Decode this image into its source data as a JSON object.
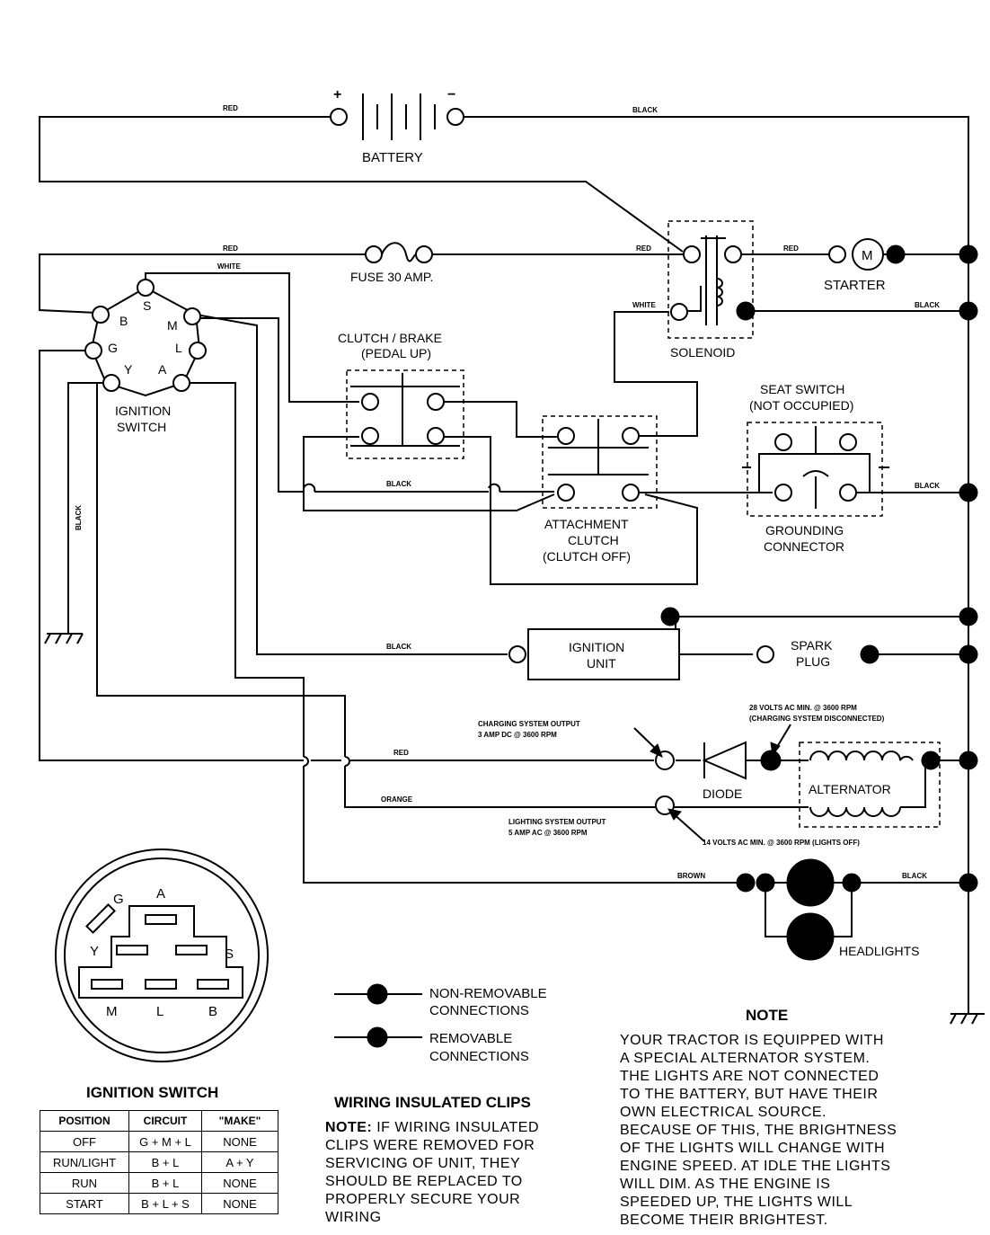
{
  "labels": {
    "battery": "BATTERY",
    "fuse": "FUSE 30 AMP.",
    "starter": "STARTER",
    "starter_m": "M",
    "solenoid": "SOLENOID",
    "clutch_brake_1": "CLUTCH / BRAKE",
    "clutch_brake_2": "(PEDAL UP)",
    "seat_switch_1": "SEAT SWITCH",
    "seat_switch_2": "(NOT OCCUPIED)",
    "ignition_switch_1": "IGNITION",
    "ignition_switch_2": "SWITCH",
    "attachment_1": "ATTACHMENT",
    "attachment_2": "CLUTCH",
    "attachment_3": "(CLUTCH OFF)",
    "grounding_1": "GROUNDING",
    "grounding_2": "CONNECTOR",
    "ignition_unit_1": "IGNITION",
    "ignition_unit_2": "UNIT",
    "spark_plug_1": "SPARK",
    "spark_plug_2": "PLUG",
    "diode": "DIODE",
    "alternator": "ALTERNATOR",
    "headlights": "HEADLIGHTS",
    "plus": "+",
    "minus": "−",
    "sw_b": "B",
    "sw_s": "S",
    "sw_m": "M",
    "sw_g": "G",
    "sw_l": "L",
    "sw_y": "Y",
    "sw_a": "A"
  },
  "wires": {
    "red1": "RED",
    "black1": "BLACK",
    "red2": "RED",
    "white1": "WHITE",
    "red3": "RED",
    "white2": "WHITE",
    "black2": "BLACK",
    "black3": "BLACK",
    "black4": "BLACK",
    "black5": "BLACK",
    "black_v": "BLACK",
    "red4": "RED",
    "orange": "ORANGE",
    "brown": "BROWN",
    "black6": "BLACK"
  },
  "annotations": {
    "charging_1": "CHARGING SYSTEM OUTPUT",
    "charging_2": "3 AMP DC @ 3600 RPM",
    "volts28_1": "28 VOLTS AC MIN. @ 3600 RPM",
    "volts28_2": "(CHARGING SYSTEM DISCONNECTED)",
    "lighting_1": "LIGHTING SYSTEM OUTPUT",
    "lighting_2": "5 AMP AC @ 3600 RPM",
    "volts14": "14 VOLTS AC MIN. @ 3600 RPM (LIGHTS OFF)"
  },
  "switch_face": {
    "g": "G",
    "a": "A",
    "y": "Y",
    "s": "S",
    "m": "M",
    "l": "L",
    "b": "B"
  },
  "legend": {
    "non_removable_1": "NON-REMOVABLE",
    "non_removable_2": "CONNECTIONS",
    "removable_1": "REMOVABLE",
    "removable_2": "CONNECTIONS"
  },
  "ignition_table": {
    "title": "IGNITION SWITCH",
    "headers": [
      "POSITION",
      "CIRCUIT",
      "\"MAKE\""
    ],
    "rows": [
      [
        "OFF",
        "G + M + L",
        "NONE"
      ],
      [
        "RUN/LIGHT",
        "B + L",
        "A + Y"
      ],
      [
        "RUN",
        "B + L",
        "NONE"
      ],
      [
        "START",
        "B + L + S",
        "NONE"
      ]
    ]
  },
  "clips_note": {
    "title": "WIRING INSULATED CLIPS",
    "label": "NOTE:",
    "lines": [
      " IF WIRING INSULATED",
      "CLIPS WERE REMOVED FOR",
      "SERVICING OF UNIT, THEY",
      "SHOULD BE REPLACED TO",
      "PROPERLY SECURE YOUR",
      "WIRING"
    ]
  },
  "note": {
    "title": "NOTE",
    "lines": [
      "YOUR TRACTOR IS EQUIPPED WITH",
      "A SPECIAL ALTERNATOR SYSTEM.",
      "THE LIGHTS ARE NOT CONNECTED",
      "TO  THE BATTERY, BUT HAVE THEIR",
      "OWN ELECTRICAL SOURCE.",
      "BECAUSE OF THIS, THE BRIGHTNESS",
      "OF THE LIGHTS WILL CHANGE WITH",
      "ENGINE SPEED.  AT IDLE THE LIGHTS",
      "WILL DIM.  AS THE ENGINE IS",
      "SPEEDED UP, THE LIGHTS WILL",
      "BECOME THEIR BRIGHTEST."
    ]
  }
}
